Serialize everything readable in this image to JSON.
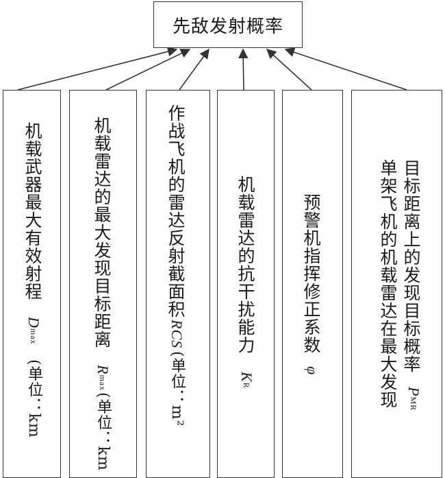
{
  "root": {
    "label": "先敌发射概率"
  },
  "factors": [
    {
      "text": "机载武器最大有效射程",
      "var": "D",
      "sub": "max",
      "unit": "(单位：km"
    },
    {
      "text": "机载雷达的最大发现目标距离",
      "var": "R",
      "sub": "max",
      "unit": "(单位：km"
    },
    {
      "text": "作战飞机的雷达反射截面积",
      "var": "RCS",
      "sub": "",
      "unit": "(单位：m²"
    },
    {
      "text": "机载雷达的抗干扰能力",
      "var": "K",
      "sub": "R",
      "unit": ""
    },
    {
      "text": "预警机指挥修正系数",
      "var": "φ",
      "sub": "",
      "unit": ""
    },
    {
      "col1": "目标距离上的发现目标概率",
      "col2": "单架飞机的机载雷达在最大发现",
      "var": "P",
      "sub": "MR"
    }
  ]
}
